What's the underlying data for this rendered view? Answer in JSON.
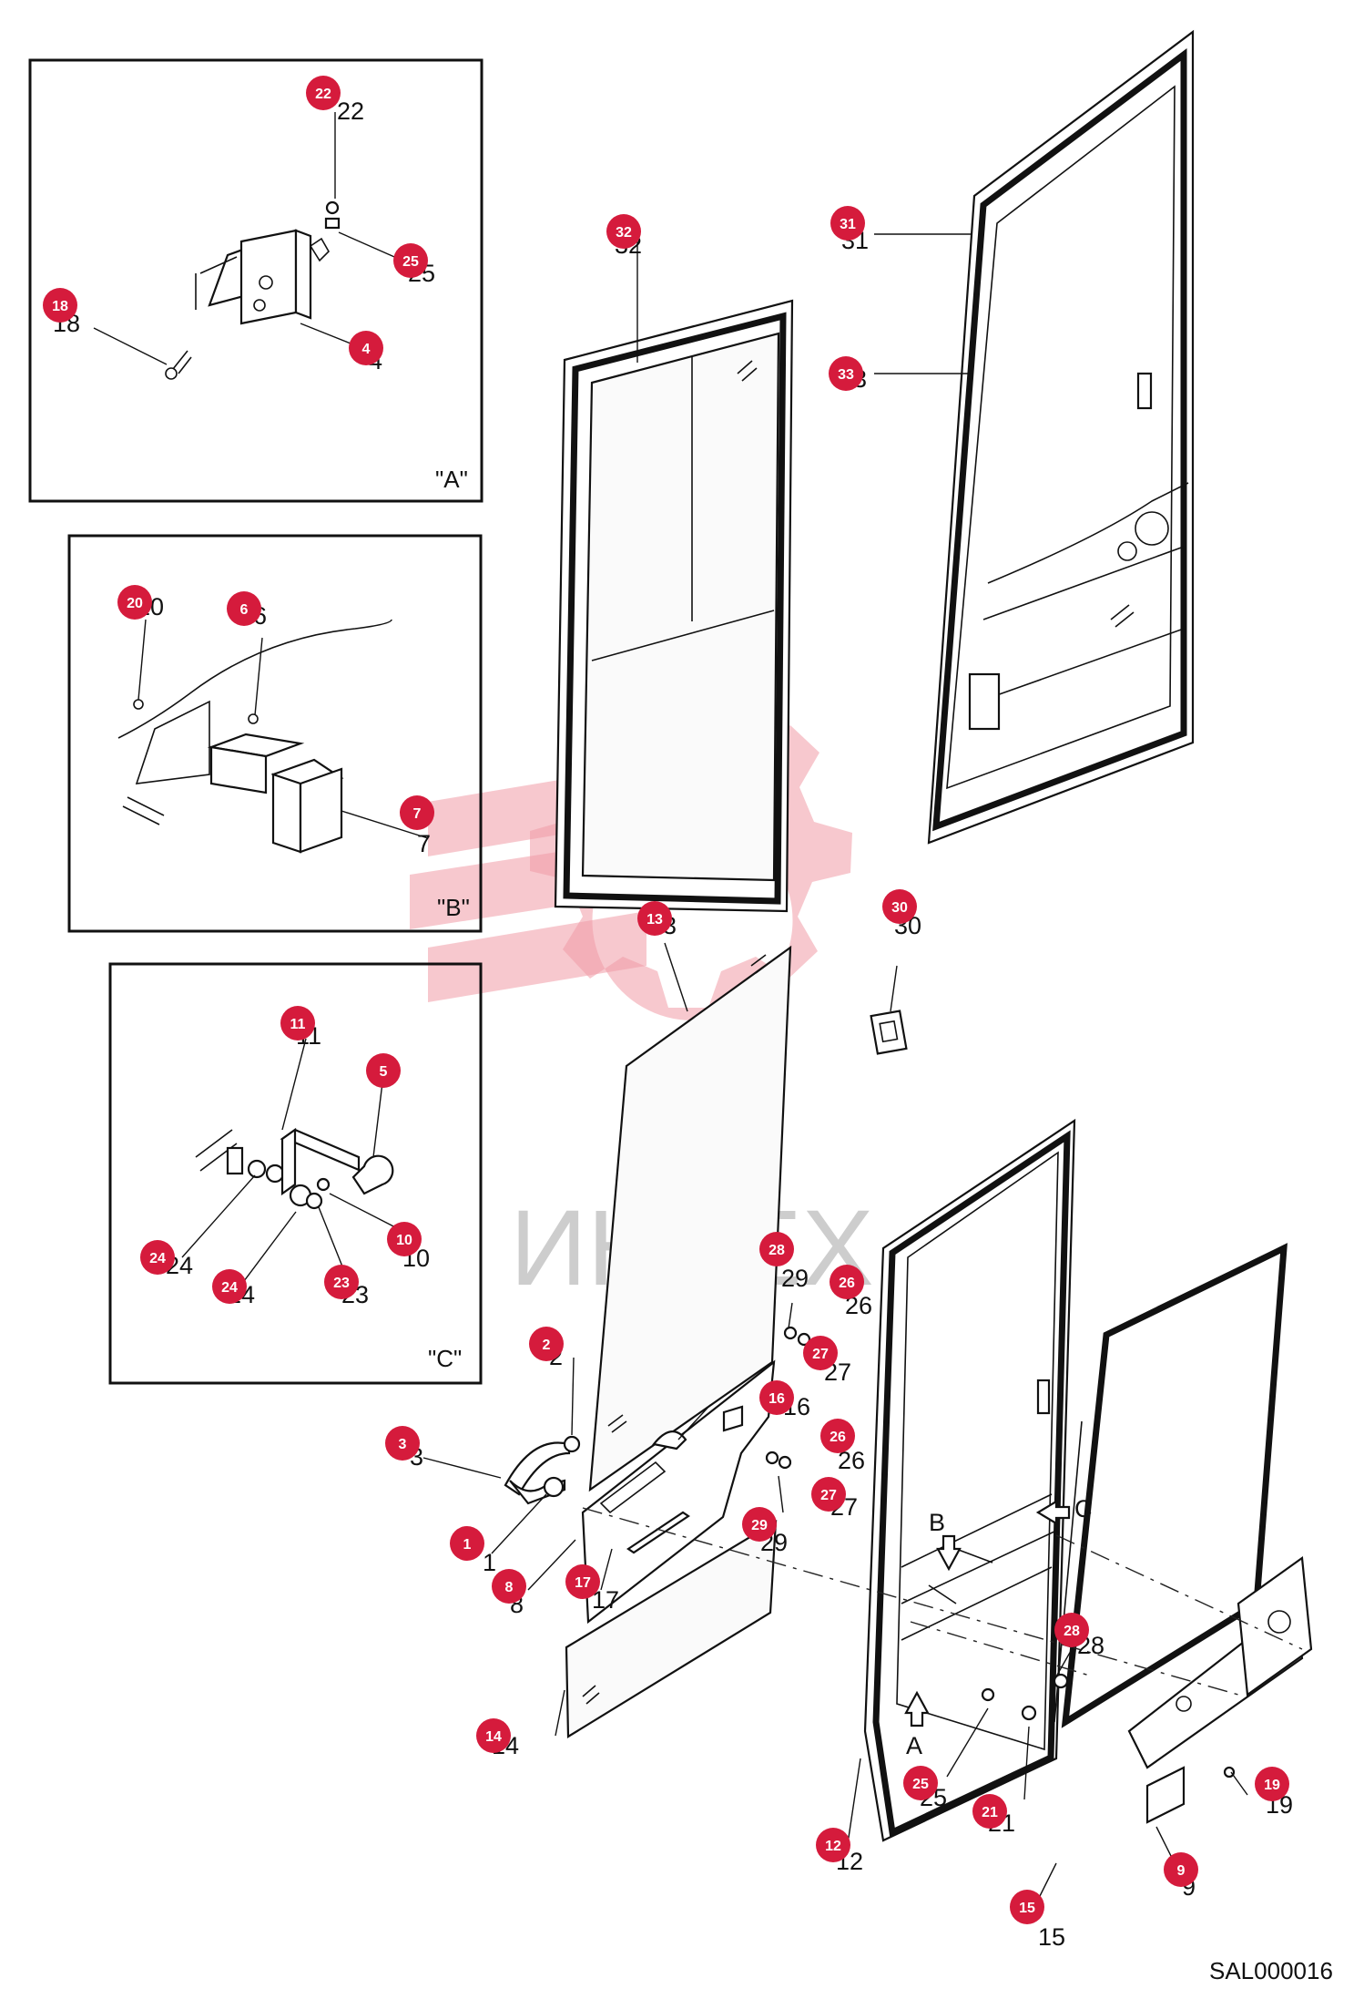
{
  "drawing_code": "SAL000016",
  "watermark_text": "ИНТЕХ",
  "brand_color": "#d51b3c",
  "views": {
    "a": "\"A\"",
    "b": "\"B\"",
    "c": "\"C\""
  },
  "view_arrows": {
    "a": "A",
    "b": "B",
    "c": "C"
  },
  "callouts": {
    "c1": "1",
    "c2": "2",
    "c3": "3",
    "c4": "4",
    "c5": "5",
    "c6": "6",
    "c7": "7",
    "c8": "8",
    "c9": "9",
    "c10": "10",
    "c11": "11",
    "c12": "12",
    "c13": "13",
    "c14": "14",
    "c15": "15",
    "c16": "16",
    "c17": "17",
    "c18": "18",
    "c19": "19",
    "c20": "20",
    "c21": "21",
    "c22": "22",
    "c23": "23",
    "c24a": "24",
    "c24b": "24",
    "c25a": "25",
    "c25b": "25",
    "c26a": "26",
    "c26b": "26",
    "c27a": "27",
    "c27b": "27",
    "c28a": "28",
    "c28b": "28",
    "c29a": "29",
    "c29b": "29",
    "c30": "30",
    "c31": "31",
    "c32": "32",
    "c33": "33"
  },
  "labels": {
    "l1": "1",
    "l2": "2",
    "l3": "3",
    "l4": "4",
    "l5": "5",
    "l6": "6",
    "l7": "7",
    "l8": "8",
    "l9": "9",
    "l10": "10",
    "l11": "11",
    "l12": "12",
    "l13": "13",
    "l14": "14",
    "l15": "15",
    "l16": "16",
    "l17": "17",
    "l18": "18",
    "l19": "19",
    "l20": "20",
    "l21": "21",
    "l22": "22",
    "l23": "23",
    "l24a": "24",
    "l24b": "24",
    "l25a": "25",
    "l25b": "25",
    "l26a": "26",
    "l26b": "26",
    "l27a": "27",
    "l27b": "27",
    "l28a": "28",
    "l28b": "28",
    "l29a": "29",
    "l29b": "29",
    "l30": "30",
    "l31": "31",
    "l32": "32",
    "l33": "33"
  }
}
